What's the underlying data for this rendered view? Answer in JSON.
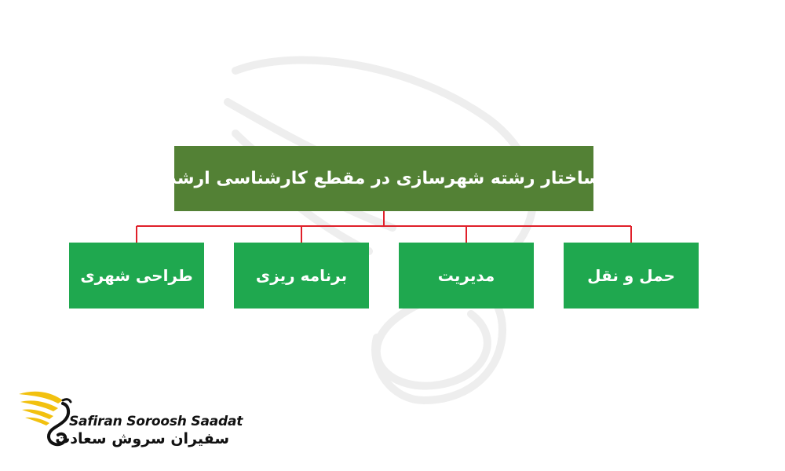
{
  "diagram": {
    "root": {
      "label": "ساختار رشته شهرسازی در مقطع کارشناسی ارشد"
    },
    "children": [
      {
        "label": "حمل و نقل"
      },
      {
        "label": "مدیریت"
      },
      {
        "label": "برنامه ریزی"
      },
      {
        "label": "طراحی شهری"
      }
    ]
  },
  "logo": {
    "name_en": "Safiran Soroosh Saadat",
    "name_fa": "سفیران سروش سعادت"
  },
  "colors": {
    "root_box": "#538135",
    "child_box": "#1fa84f",
    "connector": "#e0202a",
    "logo_wing": "#f2c10f"
  }
}
